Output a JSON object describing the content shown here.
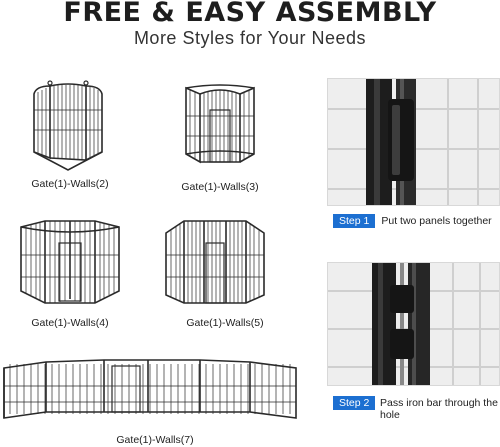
{
  "header": {
    "title": "FREE & EASY ASSEMBLY",
    "subtitle": "More Styles for Your Needs"
  },
  "configurations": [
    {
      "label": "Gate(1)-Walls(2)"
    },
    {
      "label": "Gate(1)-Walls(3)"
    },
    {
      "label": "Gate(1)-Walls(4)"
    },
    {
      "label": "Gate(1)-Walls(5)"
    },
    {
      "label": "Gate(1)-Walls(7)"
    }
  ],
  "steps": [
    {
      "badge": "Step 1",
      "text": "Put two panels together"
    },
    {
      "badge": "Step 2",
      "text": "Pass iron bar through the hole"
    }
  ],
  "colors": {
    "accent": "#1c6fd1",
    "frame": "#2a2a2a"
  }
}
